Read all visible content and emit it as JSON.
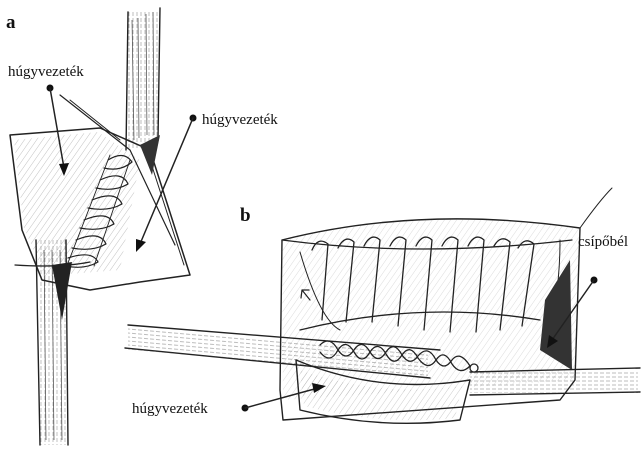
{
  "panels": {
    "a": {
      "letter": "a"
    },
    "b": {
      "letter": "b"
    }
  },
  "labels": {
    "a_left": "húgyvezeték",
    "a_right": "húgyvezeték",
    "b_ileum": "csípőbél",
    "b_ureter": "húgyvezeték"
  }
}
